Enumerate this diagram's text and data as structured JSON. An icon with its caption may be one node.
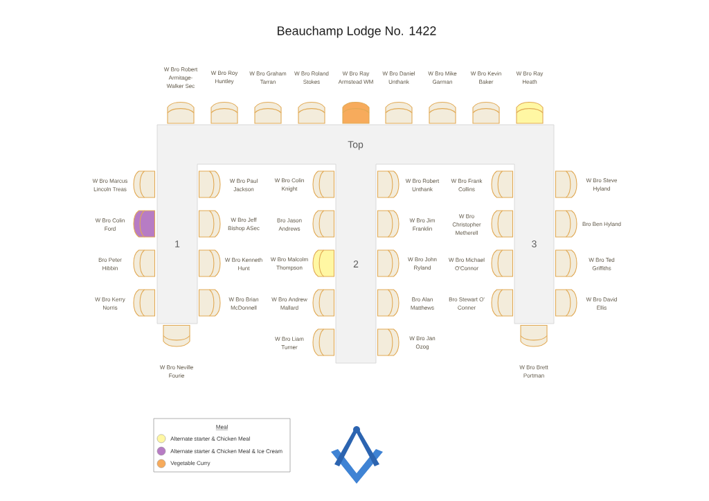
{
  "diagram": {
    "title": "Beauchamp Lodge No. 1422",
    "nodes": [
      {
        "text": [],
        "shape": "chair",
        "beside": [
          "W Bro Robert Armitage-Walker Sec"
        ]
      },
      {
        "text": [],
        "shape": "chair",
        "beside": [
          "W Bro Roy Huntley"
        ]
      },
      {
        "text": [],
        "shape": "chair",
        "beside": [
          "W Bro Graham Tarran"
        ]
      },
      {
        "text": [],
        "shape": "chair",
        "beside": [
          "W Bro Roland Stokes"
        ]
      },
      {
        "text": [],
        "shape": "chair",
        "beside": [
          "W Bro Ray Armstead WM"
        ]
      },
      {
        "text": [],
        "shape": "chair",
        "beside": [
          "W Bro Daniel Unthank"
        ]
      },
      {
        "text": [],
        "shape": "chair",
        "beside": [
          "W Bro Mike Garman"
        ]
      },
      {
        "text": [],
        "shape": "chair",
        "beside": [
          "W Bro Kevin Baker"
        ]
      },
      {
        "text": [],
        "shape": "chair",
        "beside": [
          "W Bro Ray Heath"
        ]
      },
      {
        "text": [
          "Top"
        ]
      },
      {
        "text": [
          "1"
        ]
      },
      {
        "text": [
          "2"
        ]
      },
      {
        "text": [
          "3"
        ]
      },
      {
        "text": [],
        "shape": "chair",
        "beside": [
          "W Bro Marcus Lincoln Treas"
        ]
      },
      {
        "text": [],
        "shape": "chair",
        "beside": [
          "W Bro Paul Jackson"
        ]
      },
      {
        "text": [],
        "shape": "chair",
        "beside": [
          "W Bro Colin Knight"
        ]
      },
      {
        "text": [],
        "shape": "chair",
        "beside": [
          "W Bro Robert Unthank"
        ]
      },
      {
        "text": [],
        "shape": "chair",
        "beside": [
          "W Bro Frank Collins"
        ]
      },
      {
        "text": [],
        "shape": "chair",
        "beside": [
          "W Bro Steve Hyland"
        ]
      },
      {
        "text": [],
        "shape": "chair",
        "beside": [
          "W Bro Colin Ford"
        ]
      },
      {
        "text": [],
        "shape": "chair",
        "beside": [
          "W Bro Jeff Bishop ASec"
        ]
      },
      {
        "text": [],
        "shape": "chair",
        "beside": [
          "Bro Jason Andrews"
        ]
      },
      {
        "text": [],
        "shape": "chair",
        "beside": [
          "W Bro Jim Franklin"
        ]
      },
      {
        "text": [],
        "shape": "chair",
        "beside": [
          "W Bro Christopher Metherell"
        ]
      },
      {
        "text": [],
        "shape": "chair",
        "beside": [
          "Bro Ben Hyland"
        ]
      },
      {
        "text": [],
        "shape": "chair",
        "beside": [
          "Bro Peter Hibbin"
        ]
      },
      {
        "text": [],
        "shape": "chair",
        "beside": [
          "W Bro Kenneth Hunt"
        ]
      },
      {
        "text": [],
        "shape": "chair",
        "beside": [
          "W Bro Malcolm Thompson"
        ]
      },
      {
        "text": [],
        "shape": "chair",
        "beside": [
          "W Bro John Ryland"
        ]
      },
      {
        "text": [],
        "shape": "chair",
        "beside": [
          "W Bro Michael O'Connor"
        ]
      },
      {
        "text": [],
        "shape": "chair",
        "beside": [
          "W Bro Ted Griffiths"
        ]
      },
      {
        "text": [],
        "shape": "chair",
        "beside": [
          "W Bro Kerry Norris"
        ]
      },
      {
        "text": [],
        "shape": "chair",
        "beside": [
          "W Bro Brian McDonnell"
        ]
      },
      {
        "text": [],
        "shape": "chair",
        "beside": [
          "W Bro Andrew Mallard"
        ]
      },
      {
        "text": [],
        "shape": "chair",
        "beside": [
          "Bro Alan Matthews"
        ]
      },
      {
        "text": [],
        "shape": "chair",
        "beside": [
          "Bro Stewart O' Conner"
        ]
      },
      {
        "text": [],
        "shape": "chair",
        "beside": [
          "W Bro David Ellis"
        ]
      },
      {
        "text": [],
        "shape": "chair",
        "beside": [
          "W Bro Neville Fourie"
        ]
      },
      {
        "text": [],
        "shape": "chair",
        "beside": [
          "W Bro Liam Turner"
        ]
      },
      {
        "text": [],
        "shape": "chair",
        "beside": [
          "W Bro Jan Ozog"
        ]
      },
      {
        "text": [],
        "shape": "chair",
        "beside": [
          "W Bro Brett Portman"
        ]
      }
    ],
    "labels": [
      "Meal"
    ],
    "legend": [
      {
        "text": "Alternate starter & Chicken Meal",
        "color": "#fff7a3"
      },
      {
        "text": "Alternate starter & Chicken Meal & Ice Cream",
        "color": "#b77cc4"
      },
      {
        "text": "Vegetable Curry",
        "color": "#f7ab5c"
      }
    ]
  }
}
